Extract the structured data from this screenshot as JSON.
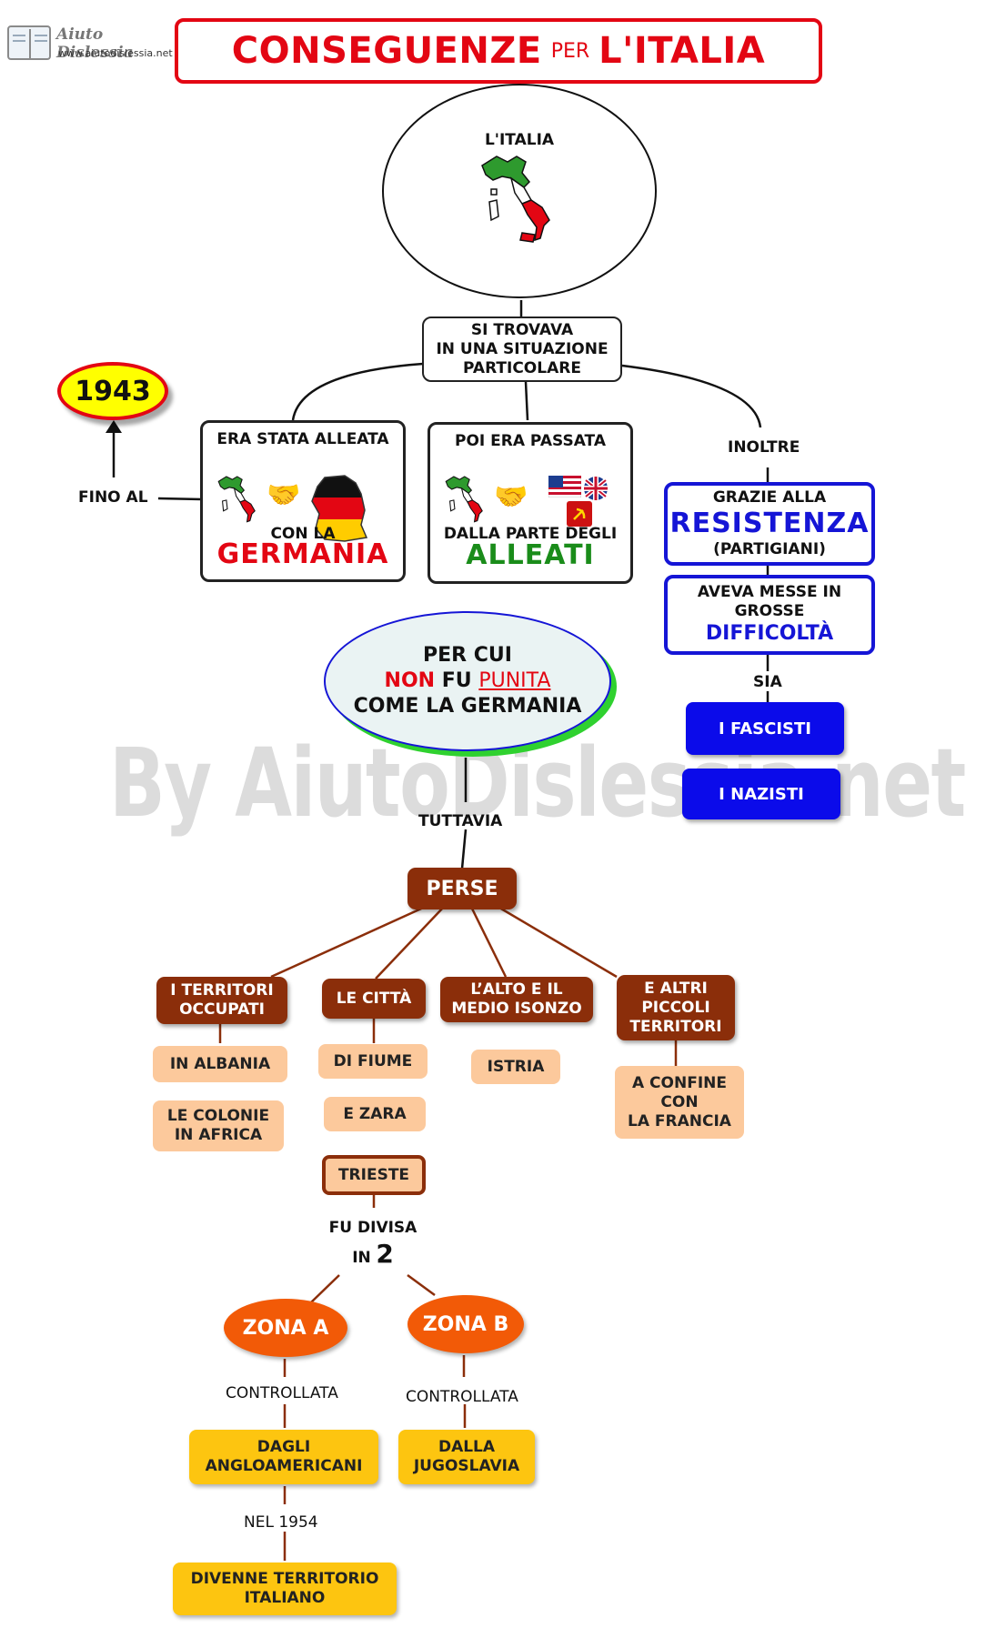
{
  "logo": {
    "name": "Aiuto Dislessia",
    "url": "www.aiutodislessia.net"
  },
  "title": {
    "part1": "CONSEGUENZE",
    "part2": "PER",
    "part3": "L'ITALIA"
  },
  "watermark": "By AiutoDislessia.net",
  "italy": {
    "label": "L'ITALIA"
  },
  "situation": {
    "line1": "SI TROVAVA",
    "line2": "IN UNA SITUAZIONE",
    "line3": "PARTICOLARE"
  },
  "year": "1943",
  "fino_al": "FINO AL",
  "alleata": {
    "top": "ERA STATA ALLEATA",
    "mid": "CON LA",
    "big": "GERMANIA"
  },
  "passata": {
    "top": "POI ERA PASSATA",
    "mid": "DALLA PARTE DEGLI",
    "big": "ALLEATI"
  },
  "inoltre": "INOLTRE",
  "resistenza": {
    "top": "GRAZIE ALLA",
    "big": "RESISTENZA",
    "bottom": "(PARTIGIANI)"
  },
  "difficolta": {
    "line1": "AVEVA MESSE IN",
    "line2": "GROSSE",
    "big": "DIFFICOLTÀ"
  },
  "sia": "SIA",
  "fascisti": "I FASCISTI",
  "nazisti": "I NAZISTI",
  "percui": {
    "line1": "PER CUI",
    "non": "NON",
    "fu": "FU",
    "punita": "PUNITA",
    "line3": "COME LA GERMANIA"
  },
  "tuttavia": "TUTTAVIA",
  "perse": "PERSE",
  "territori": {
    "line1": "I TERRITORI",
    "line2": "OCCUPATI"
  },
  "citta": "LE CITTÀ",
  "isonzo": {
    "line1": "L’ALTO E IL",
    "line2": "MEDIO ISONZO"
  },
  "altri": {
    "line1": "E ALTRI",
    "line2": "PICCOLI",
    "line3": "TERRITORI"
  },
  "albania": "IN ALBANIA",
  "colonie": {
    "line1": "LE COLONIE",
    "line2": "IN AFRICA"
  },
  "fiume": "DI FIUME",
  "zara": "E ZARA",
  "istria": "ISTRIA",
  "confine": {
    "line1": "A CONFINE",
    "line2": "CON",
    "line3": "LA FRANCIA"
  },
  "trieste": "TRIESTE",
  "divisa": {
    "line1": "FU DIVISA",
    "in": "IN",
    "num": "2"
  },
  "zona_a": "ZONA A",
  "zona_b": "ZONA B",
  "controllata_a": "CONTROLLATA",
  "controllata_b": "CONTROLLATA",
  "angloamericani": {
    "line1": "DAGLI",
    "line2": "ANGLOAMERICANI"
  },
  "jugoslavia": {
    "line1": "DALLA",
    "line2": "JUGOSLAVIA"
  },
  "nel1954": "NEL 1954",
  "italiano": {
    "line1": "DIVENNE TERRITORIO",
    "line2": "ITALIANO"
  },
  "colors": {
    "red": "#e30613",
    "green": "#1a8c1a",
    "blue": "#1515d6",
    "brown": "#8b2e0a",
    "orange": "#f25a07",
    "yellow": "#fdc510",
    "peach": "#fcc99c"
  },
  "icons": [
    "italy-map-icon",
    "handshake-icon",
    "germany-map-icon",
    "usa-flag-icon",
    "uk-flag-icon",
    "ussr-flag-icon"
  ]
}
